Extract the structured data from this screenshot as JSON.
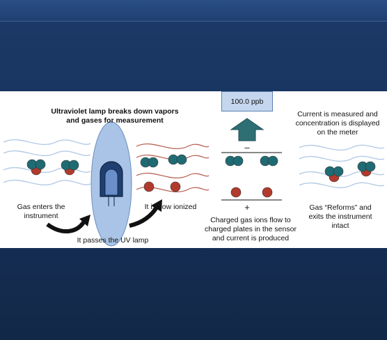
{
  "diagram": {
    "title_line1": "Ultraviolet lamp breaks down vapors",
    "title_line2": "and gases for measurement",
    "reading": "100.0 ppb",
    "step_enter_line1": "Gas enters the",
    "step_enter_line2": "instrument",
    "step_lamp": "It passes the UV lamp",
    "step_ionized": "It is now ionized",
    "step_flow_line1": "Charged gas ions flow to",
    "step_flow_line2": "charged plates in the sensor",
    "step_flow_line3": "and current is produced",
    "step_measured_line1": "Current is measured and",
    "step_measured_line2": "concentration is displayed",
    "step_measured_line3": "on the meter",
    "step_reform_line1": "Gas “Reforms” and",
    "step_reform_line2": "exits the instrument",
    "step_reform_line3": "intact",
    "minus_sign": "–",
    "plus_sign": "+",
    "colors": {
      "teal": "#1f6b73",
      "red": "#b23a2c",
      "lamp": "#a9c4e6",
      "arrow_up": "#2e6f74",
      "wave_blue": "#b5cbe6",
      "wave_red": "#b5574a"
    }
  }
}
